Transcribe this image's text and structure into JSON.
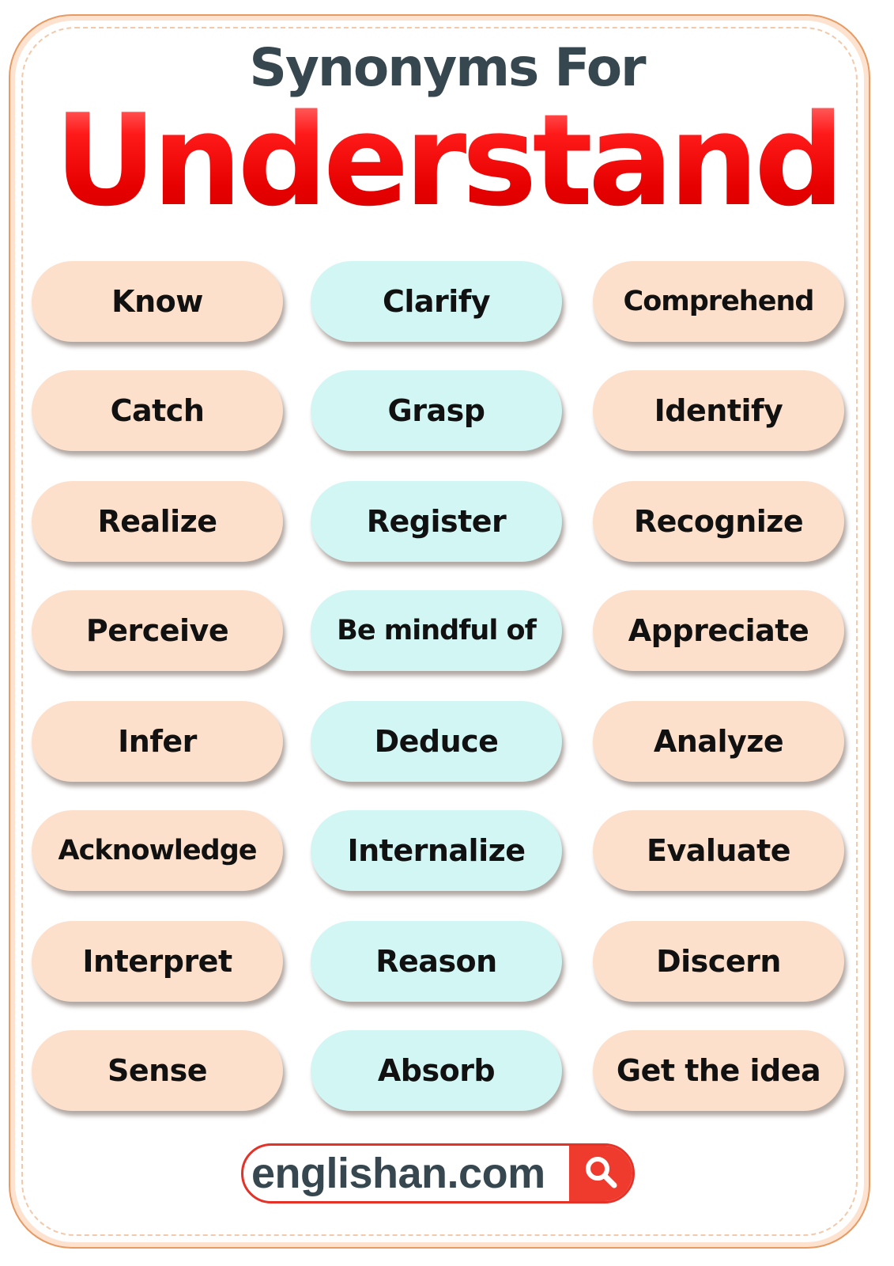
{
  "header": {
    "subtitle": "Synonyms For",
    "title": "Understand"
  },
  "colors": {
    "border": "#e89a62",
    "peach_pill": "#fde0cb",
    "cyan_pill": "#d2f6f4",
    "title_red": "#e60000",
    "subtitle_gray": "#37474f",
    "footer_red": "#ef3a2e"
  },
  "synonyms": [
    [
      {
        "label": "Know",
        "color": "peach"
      },
      {
        "label": "Clarify",
        "color": "cyan"
      },
      {
        "label": "Comprehend",
        "color": "peach"
      }
    ],
    [
      {
        "label": "Catch",
        "color": "peach"
      },
      {
        "label": "Grasp",
        "color": "cyan"
      },
      {
        "label": "Identify",
        "color": "peach"
      }
    ],
    [
      {
        "label": "Realize",
        "color": "peach"
      },
      {
        "label": "Register",
        "color": "cyan"
      },
      {
        "label": "Recognize",
        "color": "peach"
      }
    ],
    [
      {
        "label": "Perceive",
        "color": "peach"
      },
      {
        "label": "Be mindful of",
        "color": "cyan"
      },
      {
        "label": "Appreciate",
        "color": "peach"
      }
    ],
    [
      {
        "label": "Infer",
        "color": "peach"
      },
      {
        "label": "Deduce",
        "color": "cyan"
      },
      {
        "label": "Analyze",
        "color": "peach"
      }
    ],
    [
      {
        "label": "Acknowledge",
        "color": "peach"
      },
      {
        "label": "Internalize",
        "color": "cyan"
      },
      {
        "label": "Evaluate",
        "color": "peach"
      }
    ],
    [
      {
        "label": "Interpret",
        "color": "peach"
      },
      {
        "label": "Reason",
        "color": "cyan"
      },
      {
        "label": "Discern",
        "color": "peach"
      }
    ],
    [
      {
        "label": "Sense",
        "color": "peach"
      },
      {
        "label": "Absorb",
        "color": "cyan"
      },
      {
        "label": "Get the idea",
        "color": "peach"
      }
    ]
  ],
  "footer": {
    "site": "englishan.com",
    "icon": "search-icon"
  }
}
